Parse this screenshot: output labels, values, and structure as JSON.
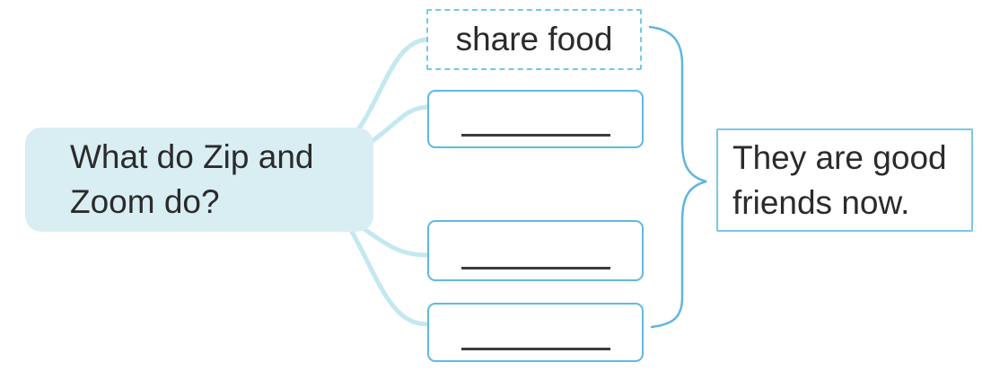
{
  "diagram": {
    "question": {
      "text": "What do Zip and\nZoom do?"
    },
    "answers": {
      "filled": {
        "label": "share food"
      },
      "blanks": [
        {
          "label": ""
        },
        {
          "label": ""
        },
        {
          "label": ""
        }
      ]
    },
    "result": {
      "text": "They are good\nfriends now."
    }
  },
  "colors": {
    "fill": "#d9eef3",
    "connector": "#c4e8f0",
    "box-border": "#60b9df",
    "dash-border": "#6fcbe6",
    "result-border": "#7cc6e6",
    "brace": "#5fb5de",
    "ink": "#2b2b2b",
    "rule": "#3c3c3c"
  }
}
